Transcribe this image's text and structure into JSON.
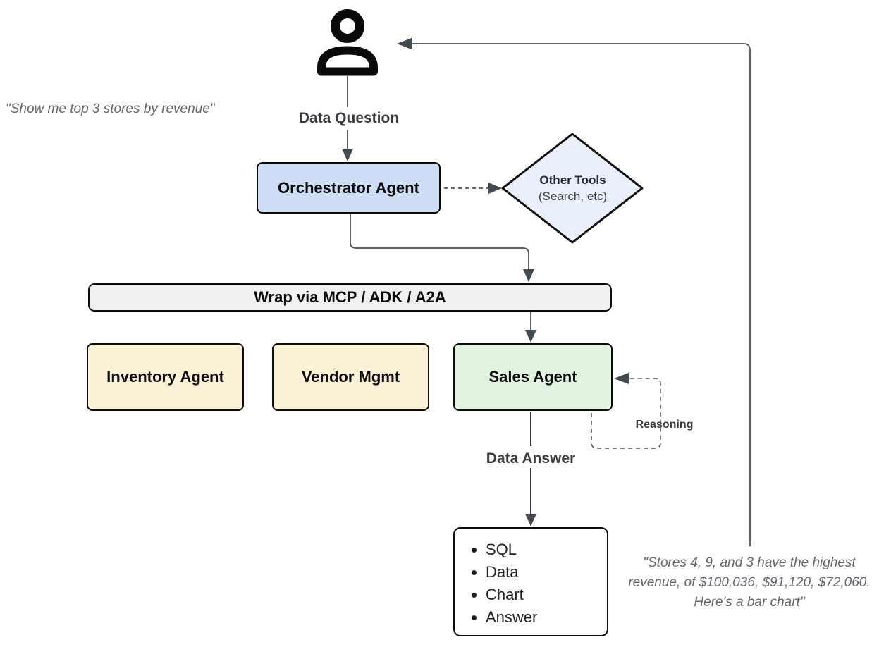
{
  "diagram": {
    "user_quote": "\"Show me top 3 stores by revenue\"",
    "labels": {
      "data_question": "Data Question",
      "data_answer": "Data Answer",
      "reasoning": "Reasoning"
    },
    "nodes": {
      "orchestrator": {
        "label": "Orchestrator Agent",
        "fill": "#cfddf6"
      },
      "other_tools": {
        "title": "Other Tools",
        "subtitle": "(Search, etc)",
        "fill": "#e9f0fc"
      },
      "wrap_bar": {
        "label": "Wrap via MCP / ADK / A2A",
        "fill": "#eff1f2"
      },
      "inventory_agent": {
        "label": "Inventory Agent",
        "fill": "#faf1d7"
      },
      "vendor_mgmt": {
        "label": "Vendor Mgmt",
        "fill": "#faf1d7"
      },
      "sales_agent": {
        "label": "Sales Agent",
        "fill": "#e2f3e1"
      },
      "output": {
        "items": [
          "SQL",
          "Data",
          "Chart",
          "Answer"
        ],
        "fill": "#ffffff"
      }
    },
    "answer_quote": {
      "line1": "\"Stores 4, 9, and 3 have the highest",
      "line2": "revenue, of $100,036, $91,120, $72,060.",
      "line3": "Here's a bar chart\""
    },
    "colors": {
      "connector": "#4d545c",
      "node_border": "#0d0d0d",
      "flow_label_text": "#3b3e42",
      "quote_text": "#62676e",
      "person_icon": "#0a0a0a"
    }
  }
}
